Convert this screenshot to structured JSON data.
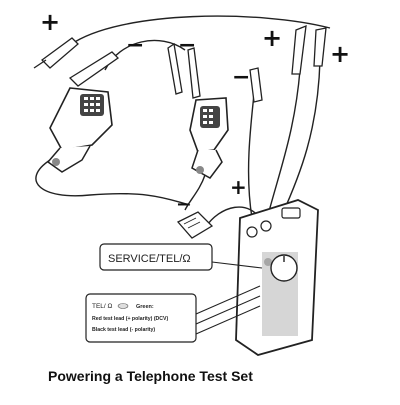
{
  "caption": "Powering a Telephone Test Set",
  "polarity": {
    "plus": "+",
    "minus": "−"
  },
  "callout_service": "SERVICE/TEL/Ω",
  "callout_info": {
    "line1_label": "TEL/ Ω",
    "line1_color": "Green:",
    "line2": "Red test lead (+ polarity) (DCV)",
    "line3": "Black test lead (- polarity)"
  }
}
